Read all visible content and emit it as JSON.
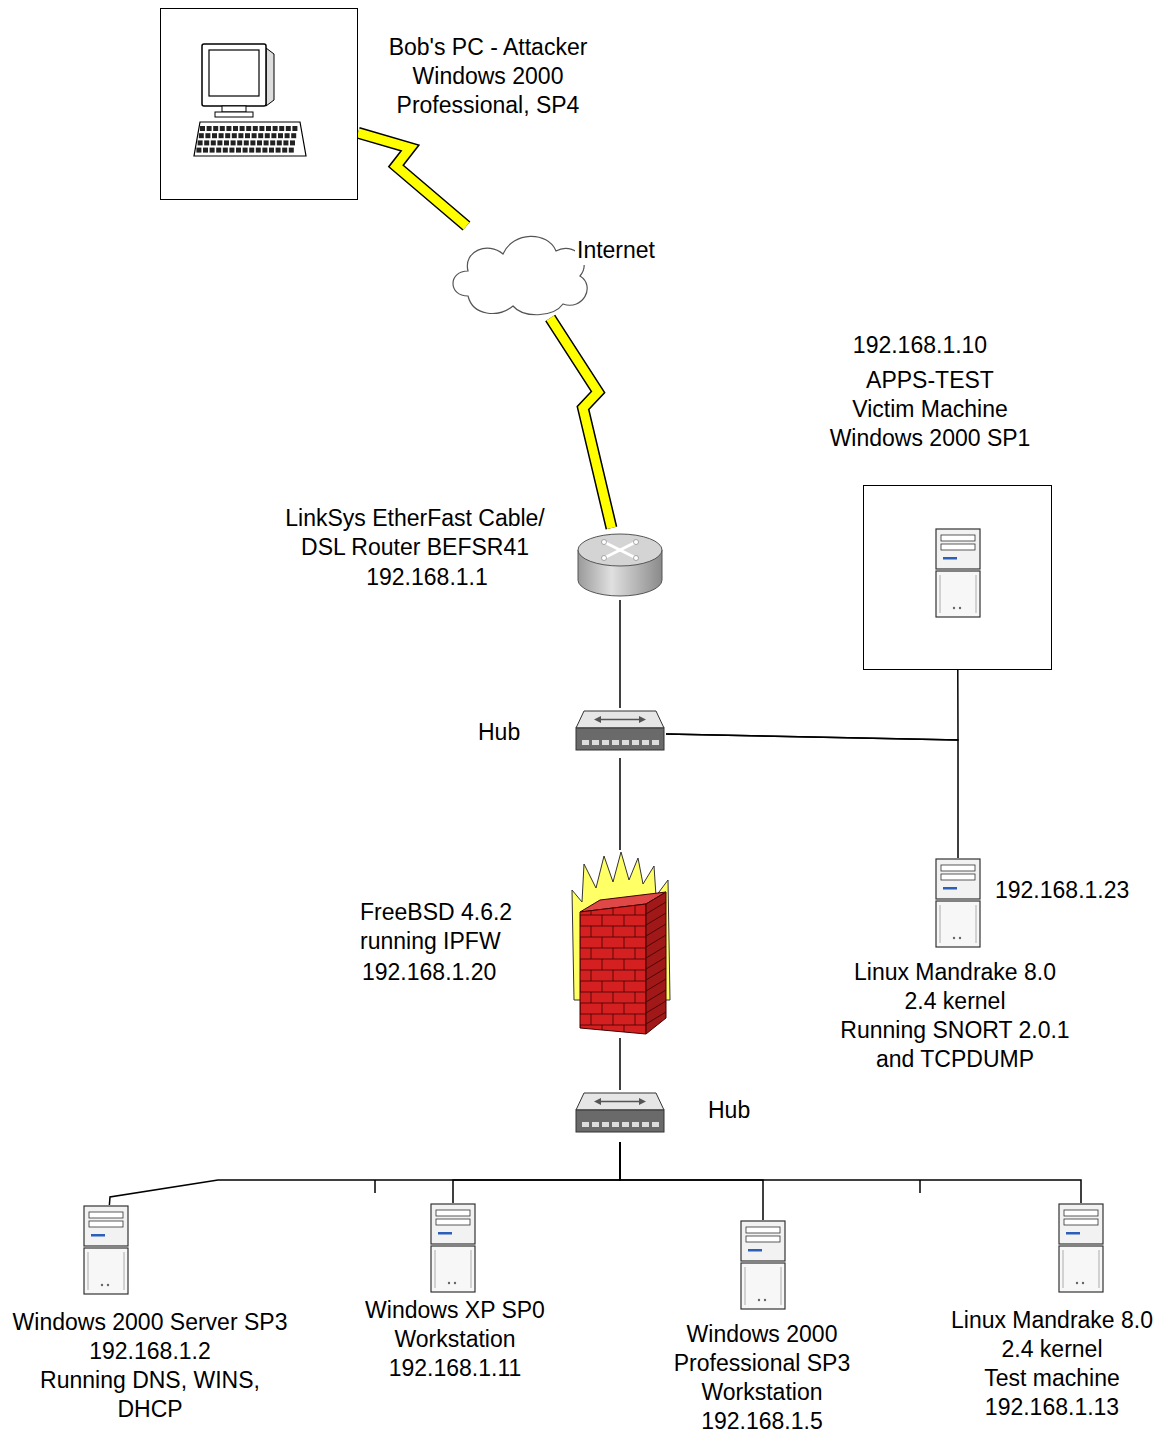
{
  "diagram": {
    "nodes": [
      {
        "text": [
          "Bob's PC - Attacker Windows 2000 Professional, SP4"
        ]
      },
      {
        "text": [
          "Internet"
        ]
      },
      {
        "text": [
          "192.168.1.10",
          "APPS-TEST Victim Machine Windows 2000 SP1"
        ]
      },
      {
        "text": [
          "LinkSys EtherFast Cable/ DSL Router BEFSR41",
          "192.168.1.1"
        ]
      },
      {
        "text": [
          "Hub"
        ]
      },
      {
        "text": [
          "FreeBSD 4.6.2 running IPFW",
          "192.168.1.20"
        ]
      },
      {
        "text": [
          "192.168.1.23",
          "Linux Mandrake 8.0 2.4 kernel Running SNORT 2.0.1 and TCPDUMP"
        ]
      },
      {
        "text": [
          "Hub"
        ]
      },
      {
        "text": [
          "Windows 2000 Server SP3 192.168.1.2 Running DNS, WINS, DHCP"
        ]
      },
      {
        "text": [
          "Windows XP SP0 Workstation 192.168.1.11"
        ]
      },
      {
        "text": [
          "Windows 2000 Professional SP3 Workstation 192.168.1.5"
        ]
      },
      {
        "text": [
          "Linux Mandrake 8.0 2.4 kernel Test machine 192.168.1.13"
        ]
      }
    ],
    "edges": [
      {
        "from": 0,
        "to": 1,
        "arrow": "none"
      },
      {
        "from": 1,
        "to": 3,
        "arrow": "none"
      },
      {
        "from": 3,
        "to": 4,
        "arrow": "none"
      },
      {
        "from": 4,
        "to": 2,
        "arrow": "none"
      },
      {
        "from": 4,
        "to": 6,
        "arrow": "none"
      },
      {
        "from": 4,
        "to": 5,
        "arrow": "none"
      },
      {
        "from": 5,
        "to": 7,
        "arrow": "none"
      },
      {
        "from": 7,
        "to": 8,
        "arrow": "none"
      },
      {
        "from": 7,
        "to": 9,
        "arrow": "none"
      },
      {
        "from": 7,
        "to": 10,
        "arrow": "none"
      },
      {
        "from": 7,
        "to": 11,
        "arrow": "none"
      }
    ]
  }
}
